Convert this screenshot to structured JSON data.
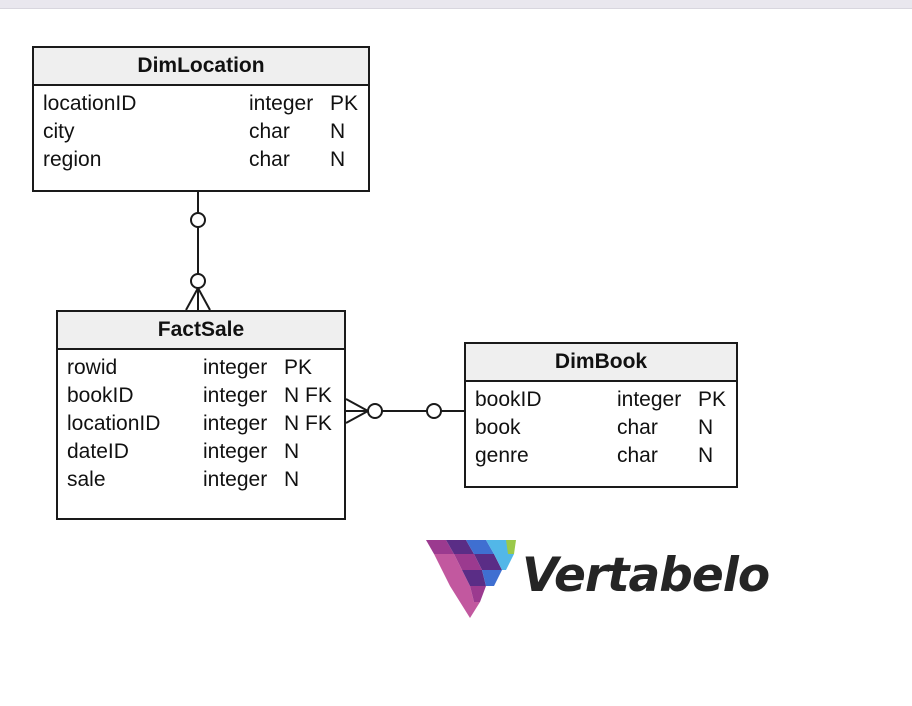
{
  "entities": {
    "dimlocation": {
      "name": "DimLocation",
      "columns": [
        {
          "name": "locationID",
          "type": "integer",
          "flags": "PK"
        },
        {
          "name": "city",
          "type": "char",
          "flags": "N"
        },
        {
          "name": "region",
          "type": "char",
          "flags": "N"
        }
      ]
    },
    "factsale": {
      "name": "FactSale",
      "columns": [
        {
          "name": "rowid",
          "type": "integer",
          "flags": "PK"
        },
        {
          "name": "bookID",
          "type": "integer",
          "flags": "N FK"
        },
        {
          "name": "locationID",
          "type": "integer",
          "flags": "N FK"
        },
        {
          "name": "dateID",
          "type": "integer",
          "flags": "N"
        },
        {
          "name": "sale",
          "type": "integer",
          "flags": "N"
        }
      ]
    },
    "dimbook": {
      "name": "DimBook",
      "columns": [
        {
          "name": "bookID",
          "type": "integer",
          "flags": "PK"
        },
        {
          "name": "book",
          "type": "char",
          "flags": "N"
        },
        {
          "name": "genre",
          "type": "char",
          "flags": "N"
        }
      ]
    }
  },
  "relationships": [
    {
      "from": "DimLocation",
      "to": "FactSale",
      "from_cardinality": "zero-or-one",
      "to_cardinality": "zero-or-many"
    },
    {
      "from": "DimBook",
      "to": "FactSale",
      "from_cardinality": "zero-or-one",
      "to_cardinality": "zero-or-many"
    }
  ],
  "logo": {
    "text": "Vertabelo",
    "colors": [
      "#9b3a8f",
      "#c2589f",
      "#5a2d86",
      "#3f6fd1",
      "#52b7e8",
      "#9ac94a"
    ]
  }
}
